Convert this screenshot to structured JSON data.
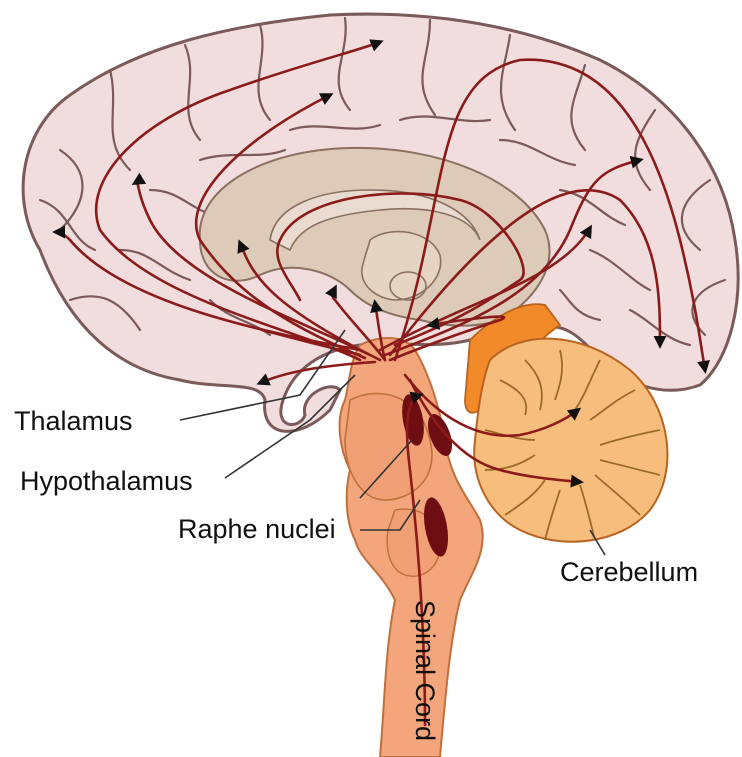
{
  "labels": {
    "thalamus": "Thalamus",
    "hypothalamus": "Hypothalamus",
    "raphe_nuclei": "Raphe nuclei",
    "cerebellum": "Cerebellum",
    "spinal_cord": "Spinal Cord"
  },
  "colors": {
    "cortex_fill": "#f1dddd",
    "cortex_outline": "#7a5a5a",
    "inner_fill": "#ddcab8",
    "brainstem_fill": "#f3a57c",
    "cerebellum_fill": "#f7bd7c",
    "cerebellum_peduncle": "#f28a2a",
    "serotonin_pathway": "#8b1a1a",
    "raphe_nuclei_fill": "#6e0e12"
  }
}
